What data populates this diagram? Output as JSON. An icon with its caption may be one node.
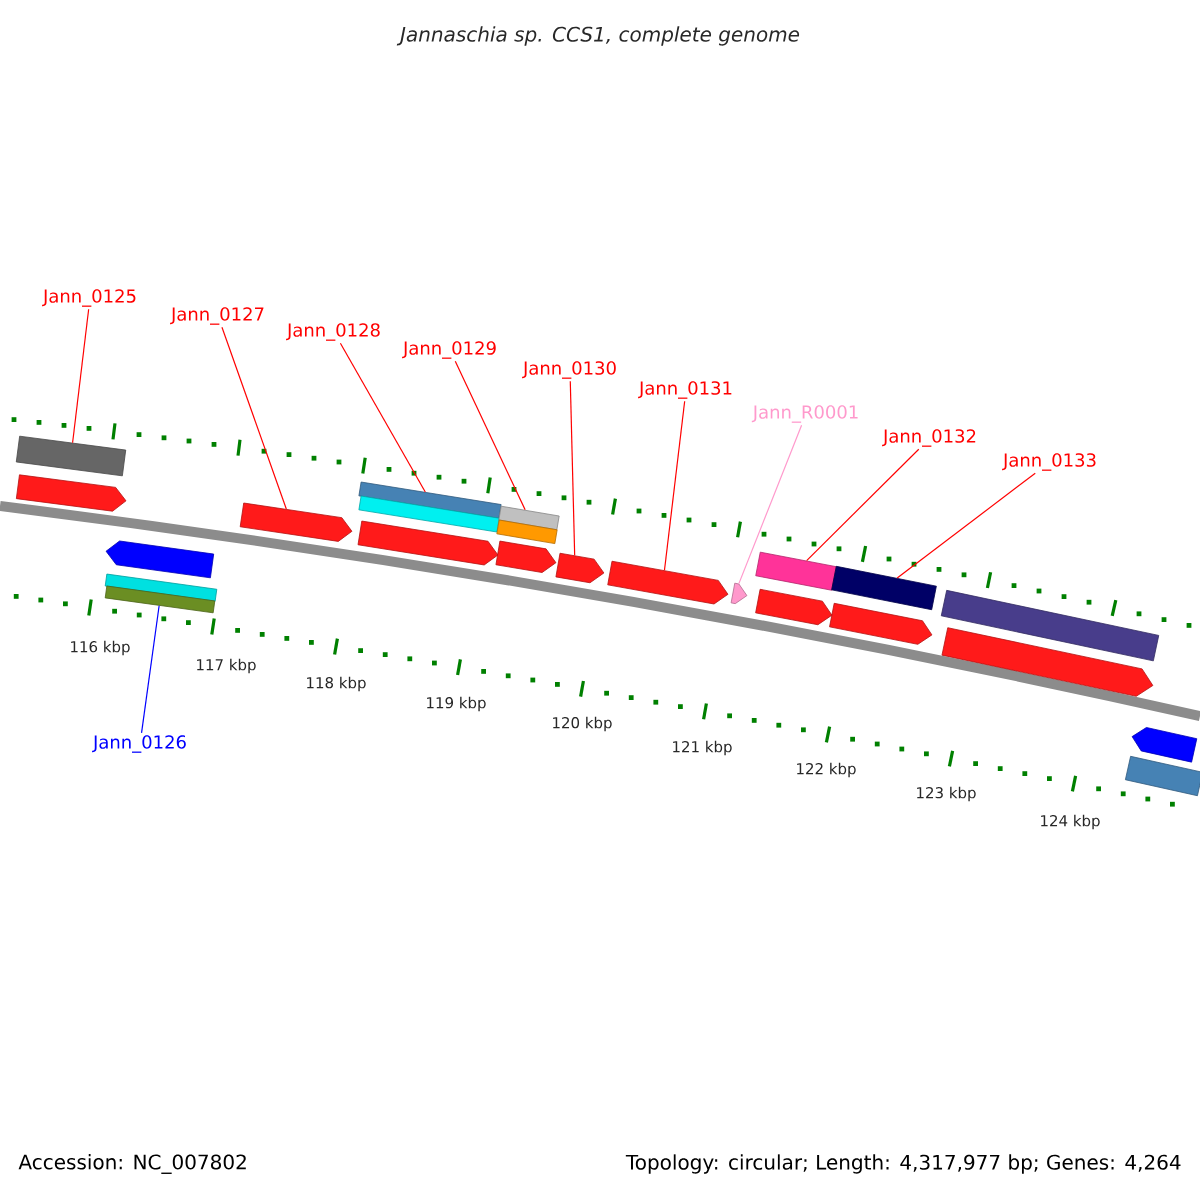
{
  "diagram": {
    "title": "Jannaschia sp. CCS1, complete genome",
    "nodes": [
      {
        "text": [
          "Jann_0125"
        ]
      },
      {
        "text": [
          "Jann_0126"
        ]
      },
      {
        "text": [
          "Jann_0127"
        ]
      },
      {
        "text": [
          "Jann_0128"
        ]
      },
      {
        "text": [
          "Jann_0129"
        ]
      },
      {
        "text": [
          "Jann_0130"
        ]
      },
      {
        "text": [
          "Jann_0131"
        ]
      },
      {
        "text": [
          "Jann_R0001"
        ]
      },
      {
        "text": [
          "Jann_0132"
        ]
      },
      {
        "text": [
          "Jann_0133"
        ]
      },
      {
        "text": [],
        "shape": "pentagon"
      },
      {
        "text": [],
        "shape": "bar"
      },
      {
        "text": [],
        "shape": "bar"
      },
      {
        "text": [],
        "shape": "bar"
      },
      {
        "text": [],
        "shape": "pentagon"
      },
      {
        "text": [],
        "shape": "pentagon"
      },
      {
        "text": [],
        "shape": "bar"
      },
      {
        "text": [],
        "shape": "bar"
      },
      {
        "text": [],
        "shape": "pentagon"
      },
      {
        "text": [],
        "shape": "bar"
      },
      {
        "text": [],
        "shape": "bar"
      },
      {
        "text": [],
        "shape": "pentagon"
      },
      {
        "text": [],
        "shape": "pentagon"
      },
      {
        "text": [],
        "shape": "pentagon"
      },
      {
        "text": [],
        "shape": "pentagon"
      },
      {
        "text": [],
        "shape": "bar"
      },
      {
        "text": [],
        "shape": "pentagon"
      },
      {
        "text": [],
        "shape": "bar"
      },
      {
        "text": [],
        "shape": "pentagon"
      },
      {
        "text": [],
        "shape": "bar"
      },
      {
        "text": [],
        "shape": "pentagon"
      },
      {
        "text": [],
        "shape": "pentagon"
      },
      {
        "text": [],
        "shape": "bar"
      }
    ],
    "edges": [
      {
        "from": 0,
        "to": 11,
        "arrow": "none"
      },
      {
        "from": 1,
        "to": 13,
        "arrow": "none",
        "color": "#0000ff"
      },
      {
        "from": 2,
        "to": 15,
        "arrow": "none"
      },
      {
        "from": 3,
        "to": 16,
        "arrow": "none"
      },
      {
        "from": 4,
        "to": 19,
        "arrow": "none"
      },
      {
        "from": 5,
        "to": 22,
        "arrow": "none"
      },
      {
        "from": 6,
        "to": 23,
        "arrow": "none"
      },
      {
        "from": 7,
        "to": 24,
        "arrow": "none",
        "color": "#ff99cc"
      },
      {
        "from": 8,
        "to": 25,
        "arrow": "none"
      },
      {
        "from": 9,
        "to": 27,
        "arrow": "none"
      }
    ],
    "labels": [
      "116 kbp",
      "117 kbp",
      "118 kbp",
      "119 kbp",
      "120 kbp",
      "121 kbp",
      "122 kbp",
      "123 kbp",
      "124 kbp",
      "Accession: NC_007802",
      "Topology: circular; Length: 4,317,977 bp; Genes: 4,264"
    ]
  }
}
